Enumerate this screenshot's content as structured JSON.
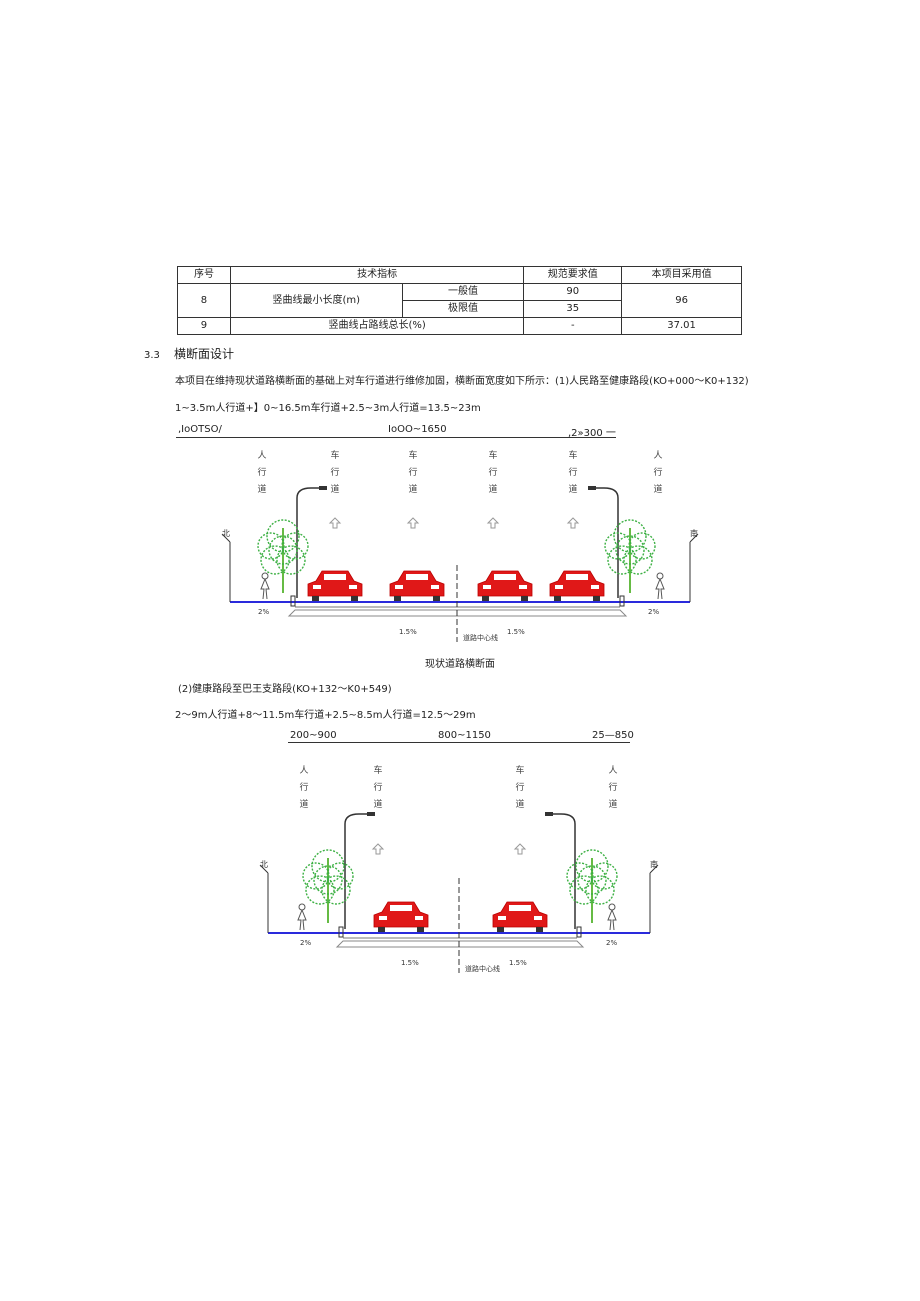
{
  "table": {
    "header": [
      "序号",
      "技术指标",
      "规范要求值",
      "本项目采用值"
    ],
    "rows": [
      {
        "no": "8",
        "indicator": "竖曲线最小长度(m)",
        "sub": [
          "一般值",
          "极限值"
        ],
        "required": [
          "90",
          "35"
        ],
        "adopted": "96"
      },
      {
        "no": "9",
        "indicator": "竖曲线占路线总长(%)",
        "required": "-",
        "adopted": "37.01"
      }
    ]
  },
  "section": {
    "number": "3.3",
    "title": "横断面设计"
  },
  "intro": "本项目在维持现状道路横断面的基础上对车行道进行维修加固，横断面宽度如下所示：(1)人民路至健康路段(KO+000～K0+132)",
  "formula1": "1~3.5m人行道+】0~16.5m车行道+2.5~3m人行道=13.5~23m",
  "diagram1": {
    "dims": [
      ",IoOTSO/",
      "IoOO~1650",
      ",2»300 一"
    ],
    "lane_labels": [
      "人\n行\n道",
      "车\n行\n道",
      "车\n行\n道",
      "车\n行\n道",
      "车\n行\n道",
      "人\n行\n道"
    ],
    "left_mark": "北",
    "right_mark": "南",
    "slope_left": "2%",
    "slope_right": "2%",
    "cross_left": "1.5%",
    "cross_right": "1.5%",
    "centerline": "道路中心线"
  },
  "caption1": "现状道路横断面",
  "subsection2": "(2)健康路段至巴王支路段(KO+132～K0+549)",
  "formula2": "2～9m人行道+8～11.5m车行道+2.5~8.5m人行道=12.5～29m",
  "diagram2": {
    "dims": [
      "200~900",
      "800~1150",
      "25—850"
    ],
    "lane_labels": [
      "人\n行\n道",
      "车\n行\n道",
      "车\n行\n道",
      "人\n行\n道"
    ],
    "left_mark": "北",
    "right_mark": "南",
    "slope_left": "2%",
    "slope_right": "2%",
    "cross_left": "1.5%",
    "cross_right": "1.5%",
    "centerline": "道路中心线"
  },
  "colors": {
    "road": "#2a2adc",
    "car": "#e01818",
    "tree": "#3cb043",
    "lamp": "#555555",
    "arrow": "#999999"
  }
}
